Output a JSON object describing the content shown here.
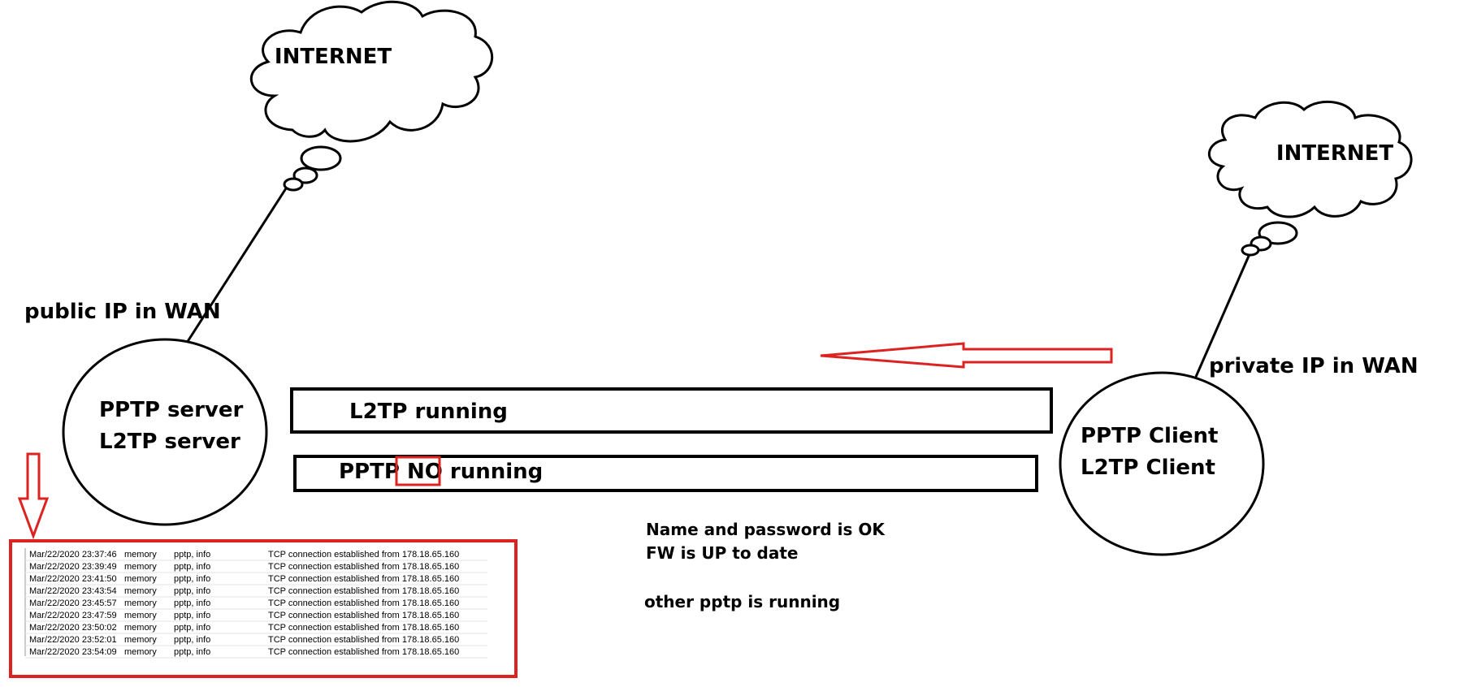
{
  "colors": {
    "stroke": "#000000",
    "highlight": "#dd2222",
    "background": "#ffffff"
  },
  "clouds": {
    "left_label": "INTERNET",
    "right_label": "INTERNET"
  },
  "server": {
    "wan_label": "public IP in WAN",
    "line1": "PPTP server",
    "line2": "L2TP server"
  },
  "client": {
    "wan_label": "private IP in WAN",
    "line1": "PPTP Client",
    "line2": "L2TP Client"
  },
  "tunnels": {
    "l2tp": "L2TP running",
    "pptp_prefix": "PPTP ",
    "pptp_highlight": "NO",
    "pptp_suffix": " running"
  },
  "notes": {
    "line1": "Name and password is OK",
    "line2": "FW is UP to date",
    "line3": "other pptp is running"
  },
  "log": {
    "rows": [
      {
        "time": "Mar/22/2020 23:37:46",
        "buffer": "memory",
        "topics": "pptp, info",
        "message": "TCP connection established from 178.18.65.160"
      },
      {
        "time": "Mar/22/2020 23:39:49",
        "buffer": "memory",
        "topics": "pptp, info",
        "message": "TCP connection established from 178.18.65.160"
      },
      {
        "time": "Mar/22/2020 23:41:50",
        "buffer": "memory",
        "topics": "pptp, info",
        "message": "TCP connection established from 178.18.65.160"
      },
      {
        "time": "Mar/22/2020 23:43:54",
        "buffer": "memory",
        "topics": "pptp, info",
        "message": "TCP connection established from 178.18.65.160"
      },
      {
        "time": "Mar/22/2020 23:45:57",
        "buffer": "memory",
        "topics": "pptp, info",
        "message": "TCP connection established from 178.18.65.160"
      },
      {
        "time": "Mar/22/2020 23:47:59",
        "buffer": "memory",
        "topics": "pptp, info",
        "message": "TCP connection established from 178.18.65.160"
      },
      {
        "time": "Mar/22/2020 23:50:02",
        "buffer": "memory",
        "topics": "pptp, info",
        "message": "TCP connection established from 178.18.65.160"
      },
      {
        "time": "Mar/22/2020 23:52:01",
        "buffer": "memory",
        "topics": "pptp, info",
        "message": "TCP connection established from 178.18.65.160"
      },
      {
        "time": "Mar/22/2020 23:54:09",
        "buffer": "memory",
        "topics": "pptp, info",
        "message": "TCP connection established from 178.18.65.160"
      }
    ]
  }
}
